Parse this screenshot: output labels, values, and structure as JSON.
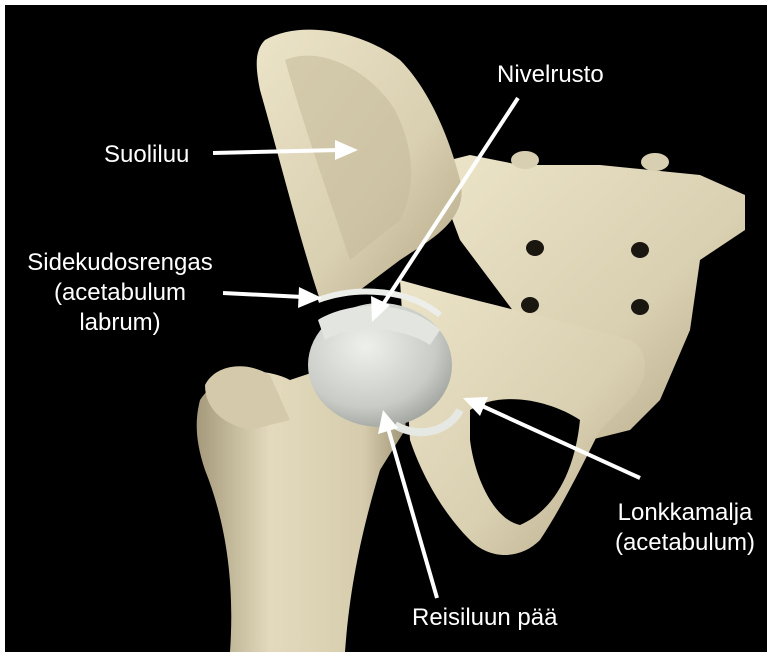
{
  "colors": {
    "background": "#000000",
    "frame": "#ffffff",
    "bone": "#ddd4b8",
    "bone_shadow": "#a89f82",
    "cartilage": "#cfd2cc",
    "label_text": "#ffffff",
    "arrow": "#ffffff"
  },
  "labels": {
    "nivelrusto": "Nivelrusto",
    "suoliluu": "Suoliluu",
    "sidekudosrengas_line1": "Sidekudosrengas",
    "sidekudosrengas_line2": "(acetabulum",
    "sidekudosrengas_line3": "labrum)",
    "lonkkamalja_line1": "Lonkkamalja",
    "lonkkamalja_line2": "(acetabulum)",
    "reisiluun_paa": "Reisiluun pää"
  }
}
